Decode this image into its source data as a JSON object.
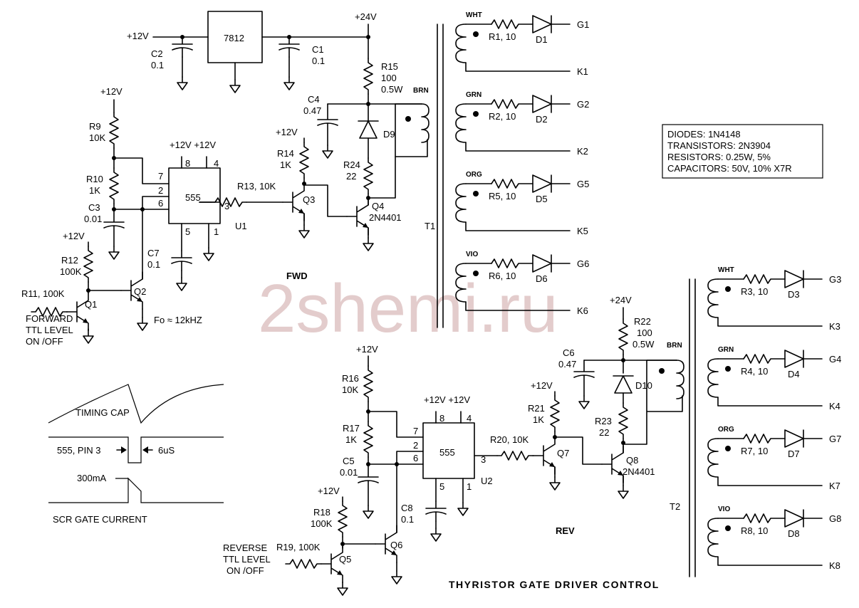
{
  "watermark": "2shemi.ru",
  "title": "THYRISTOR GATE DRIVER CONTROL",
  "legend": {
    "diodes": "DIODES: 1N4148",
    "transistors": "TRANSISTORS: 2N3904",
    "resistors": "RESISTORS: 0.25W, 5%",
    "capacitors": "CAPACITORS: 50V, 10% X7R"
  },
  "fwd": {
    "section": "FWD",
    "p12_reg": "+12V",
    "p24": "+24V",
    "reg": "7812",
    "c2": "C2",
    "c2v": "0.1",
    "c1": "C1",
    "c1v": "0.1",
    "r15": "R15",
    "r15v": "100",
    "r15p": "0.5W",
    "c4": "C4",
    "c4v": "0.47",
    "d9": "D9",
    "r24": "R24",
    "r24v": "22",
    "q4": "Q4",
    "q4t": "2N4401",
    "r14": "R14",
    "r14v": "1K",
    "r14s": "+12V",
    "q3": "Q3",
    "r13": "R13, 10K",
    "u1": "U1",
    "chip": "555",
    "pins": [
      "8",
      "4",
      "7",
      "2",
      "6",
      "3",
      "5",
      "1"
    ],
    "vcc": "+12V +12V",
    "r9s": "+12V",
    "r9": "R9",
    "r9v": "10K",
    "r10": "R10",
    "r10v": "1K",
    "c3": "C3",
    "c3v": "0.01",
    "c7": "C7",
    "c7v": "0.1",
    "r12s": "+12V",
    "r12": "R12",
    "r12v": "100K",
    "r11": "R11, 100K",
    "q1": "Q1",
    "q2": "Q2",
    "in1": "FORWARD",
    "in2": "TTL LEVEL",
    "in3": "ON /OFF",
    "freq": "Fo ≈ 12kHZ",
    "t1": "T1",
    "brn": "BRN",
    "out": [
      {
        "color": "WHT",
        "r": "R1, 10",
        "d": "D1",
        "g": "G1",
        "k": "K1"
      },
      {
        "color": "GRN",
        "r": "R2, 10",
        "d": "D2",
        "g": "G2",
        "k": "K2"
      },
      {
        "color": "ORG",
        "r": "R5, 10",
        "d": "D5",
        "g": "G5",
        "k": "K5"
      },
      {
        "color": "VIO",
        "r": "R6, 10",
        "d": "D6",
        "g": "G6",
        "k": "K6"
      }
    ]
  },
  "rev": {
    "section": "REV",
    "p24": "+24V",
    "r22": "R22",
    "r22v": "100",
    "r22p": "0.5W",
    "c6": "C6",
    "c6v": "0.47",
    "d10": "D10",
    "r23": "R23",
    "r23v": "22",
    "q8": "Q8",
    "q8t": "2N4401",
    "r21s": "+12V",
    "r21": "R21",
    "r21v": "1K",
    "q7": "Q7",
    "r20": "R20, 10K",
    "u2": "U2",
    "chip": "555",
    "pins": [
      "8",
      "4",
      "7",
      "2",
      "6",
      "3",
      "5",
      "1"
    ],
    "vcc": "+12V +12V",
    "r16s": "+12V",
    "r16": "R16",
    "r16v": "10K",
    "r17": "R17",
    "r17v": "1K",
    "c5": "C5",
    "c5v": "0.01",
    "c8": "C8",
    "c8v": "0.1",
    "r18s": "+12V",
    "r18": "R18",
    "r18v": "100K",
    "r19": "R19, 100K",
    "q5": "Q5",
    "q6": "Q6",
    "in1": "REVERSE",
    "in2": "TTL LEVEL",
    "in3": "ON /OFF",
    "t2": "T2",
    "brn": "BRN",
    "out": [
      {
        "color": "WHT",
        "r": "R3, 10",
        "d": "D3",
        "g": "G3",
        "k": "K3"
      },
      {
        "color": "GRN",
        "r": "R4, 10",
        "d": "D4",
        "g": "G4",
        "k": "K4"
      },
      {
        "color": "ORG",
        "r": "R7, 10",
        "d": "D7",
        "g": "G7",
        "k": "K7"
      },
      {
        "color": "VIO",
        "r": "R8, 10",
        "d": "D8",
        "g": "G8",
        "k": "K8"
      }
    ]
  },
  "timing": {
    "cap": "TIMING CAP",
    "pin3": "555, PIN 3",
    "pulse": "6uS",
    "current": "300mA",
    "gate": "SCR GATE CURRENT"
  }
}
